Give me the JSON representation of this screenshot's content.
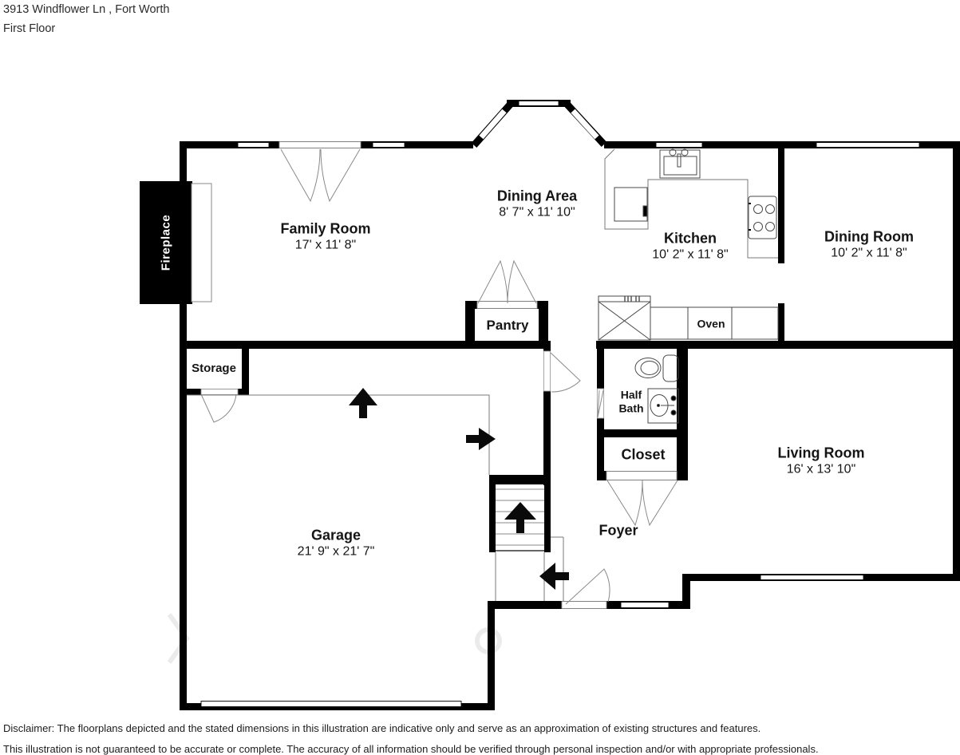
{
  "header": {
    "address": "3913 Windflower Ln , Fort Worth",
    "floor": "First Floor"
  },
  "rooms": {
    "family_room": {
      "name": "Family Room",
      "dims": "17' x 11' 8\""
    },
    "dining_area": {
      "name": "Dining Area",
      "dims": "8' 7\" x 11' 10\""
    },
    "kitchen": {
      "name": "Kitchen",
      "dims": "10' 2\" x 11' 8\""
    },
    "dining_room": {
      "name": "Dining Room",
      "dims": "10' 2\" x 11' 8\""
    },
    "living_room": {
      "name": "Living Room",
      "dims": "16' x 13' 10\""
    },
    "garage": {
      "name": "Garage",
      "dims": "21' 9\" x 21' 7\""
    },
    "pantry": {
      "name": "Pantry"
    },
    "storage": {
      "name": "Storage"
    },
    "half_bath": {
      "name": "Half Bath"
    },
    "closet": {
      "name": "Closet"
    },
    "foyer": {
      "name": "Foyer"
    },
    "oven": {
      "name": "Oven"
    },
    "fireplace": {
      "name": "Fireplace"
    }
  },
  "disclaimer": {
    "line1": "Disclaimer: The floorplans depicted and the stated dimensions in this illustration are indicative only and serve as an approximation of existing structures and features.",
    "line2": "This illustration is not guaranteed to be accurate or complete. The accuracy of all information should be verified through personal inspection and/or with appropriate professionals."
  },
  "colors": {
    "wall": "#000000",
    "background": "#ffffff",
    "text": "#1c1c1c",
    "thin_line": "#7a7a7a"
  }
}
